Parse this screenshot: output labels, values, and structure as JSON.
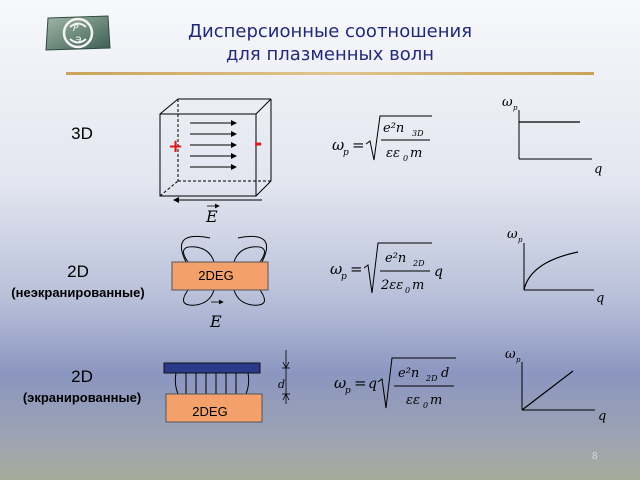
{
  "title": {
    "line1": "Дисперсионные соотношения",
    "line2": "для плазменных волн"
  },
  "rows": [
    {
      "label": "3D",
      "sublabel": "",
      "plus": "+",
      "minus": "-",
      "field_symbol": "E",
      "formula": {
        "lhs": "ω",
        "lhs_sub": "p",
        "num": "e²n",
        "num_sub": "3D",
        "den": "εε",
        "den_sub": "0",
        "den_tail": "m"
      },
      "graph": {
        "type": "constant",
        "ylabel": "ω",
        "ylabel_sub": "p",
        "xlabel": "q"
      }
    },
    {
      "label": "2D",
      "sublabel": "(неэкранированные)",
      "box": "2DEG",
      "field_symbol": "E",
      "formula": {
        "lhs": "ω",
        "lhs_sub": "p",
        "num": "e²n",
        "num_sub": "2D",
        "den": "2εε",
        "den_sub": "0",
        "den_tail": "m",
        "factor": "q"
      },
      "graph": {
        "type": "sqrt",
        "ylabel": "ω",
        "ylabel_sub": "p",
        "xlabel": "q"
      }
    },
    {
      "label": "2D",
      "sublabel": "(экранированные)",
      "box": "2DEG",
      "gap_symbol": "d",
      "formula": {
        "lhs": "ω",
        "lhs_sub": "p",
        "pre": "q",
        "num": "e²n",
        "num_sub": "2D",
        "num_tail": "d",
        "den": "εε",
        "den_sub": "0",
        "den_tail": "m"
      },
      "graph": {
        "type": "linear",
        "ylabel": "ω",
        "ylabel_sub": "p",
        "xlabel": "q"
      }
    }
  ],
  "page_number": "8",
  "colors": {
    "title": "#22297a",
    "rule": "#c9a35a",
    "box_fill": "#f4a06a",
    "gate_fill": "#2a3a8a",
    "plus_minus": "#e01818"
  }
}
